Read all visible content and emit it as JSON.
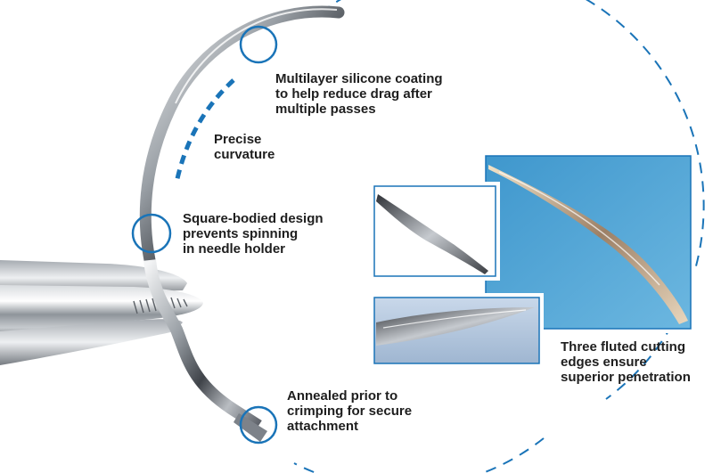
{
  "callouts": {
    "coating": "Multilayer silicone coating\nto help reduce drag after\nmultiple passes",
    "curvature": "Precise\ncurvature",
    "square_body": "Square-bodied design\nprevents spinning\nin needle holder",
    "annealed": "Annealed prior to\ncrimping for secure\nattachment",
    "fluted": "Three fluted cutting\nedges ensure\nsuperior penetration"
  },
  "colors": {
    "accent_blue": "#1a74b8",
    "photo_blue": "#4fa6d6",
    "steel_dark": "#4a4e55",
    "steel_light": "#e6e8eb",
    "text": "#1e1e1e"
  }
}
